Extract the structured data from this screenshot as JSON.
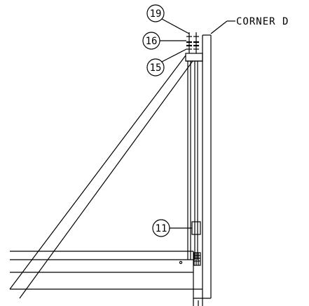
{
  "drawing": {
    "corner_label": "CORNER D",
    "callouts": {
      "c19": "19",
      "c16": "16",
      "c15": "15",
      "c11": "11"
    }
  }
}
